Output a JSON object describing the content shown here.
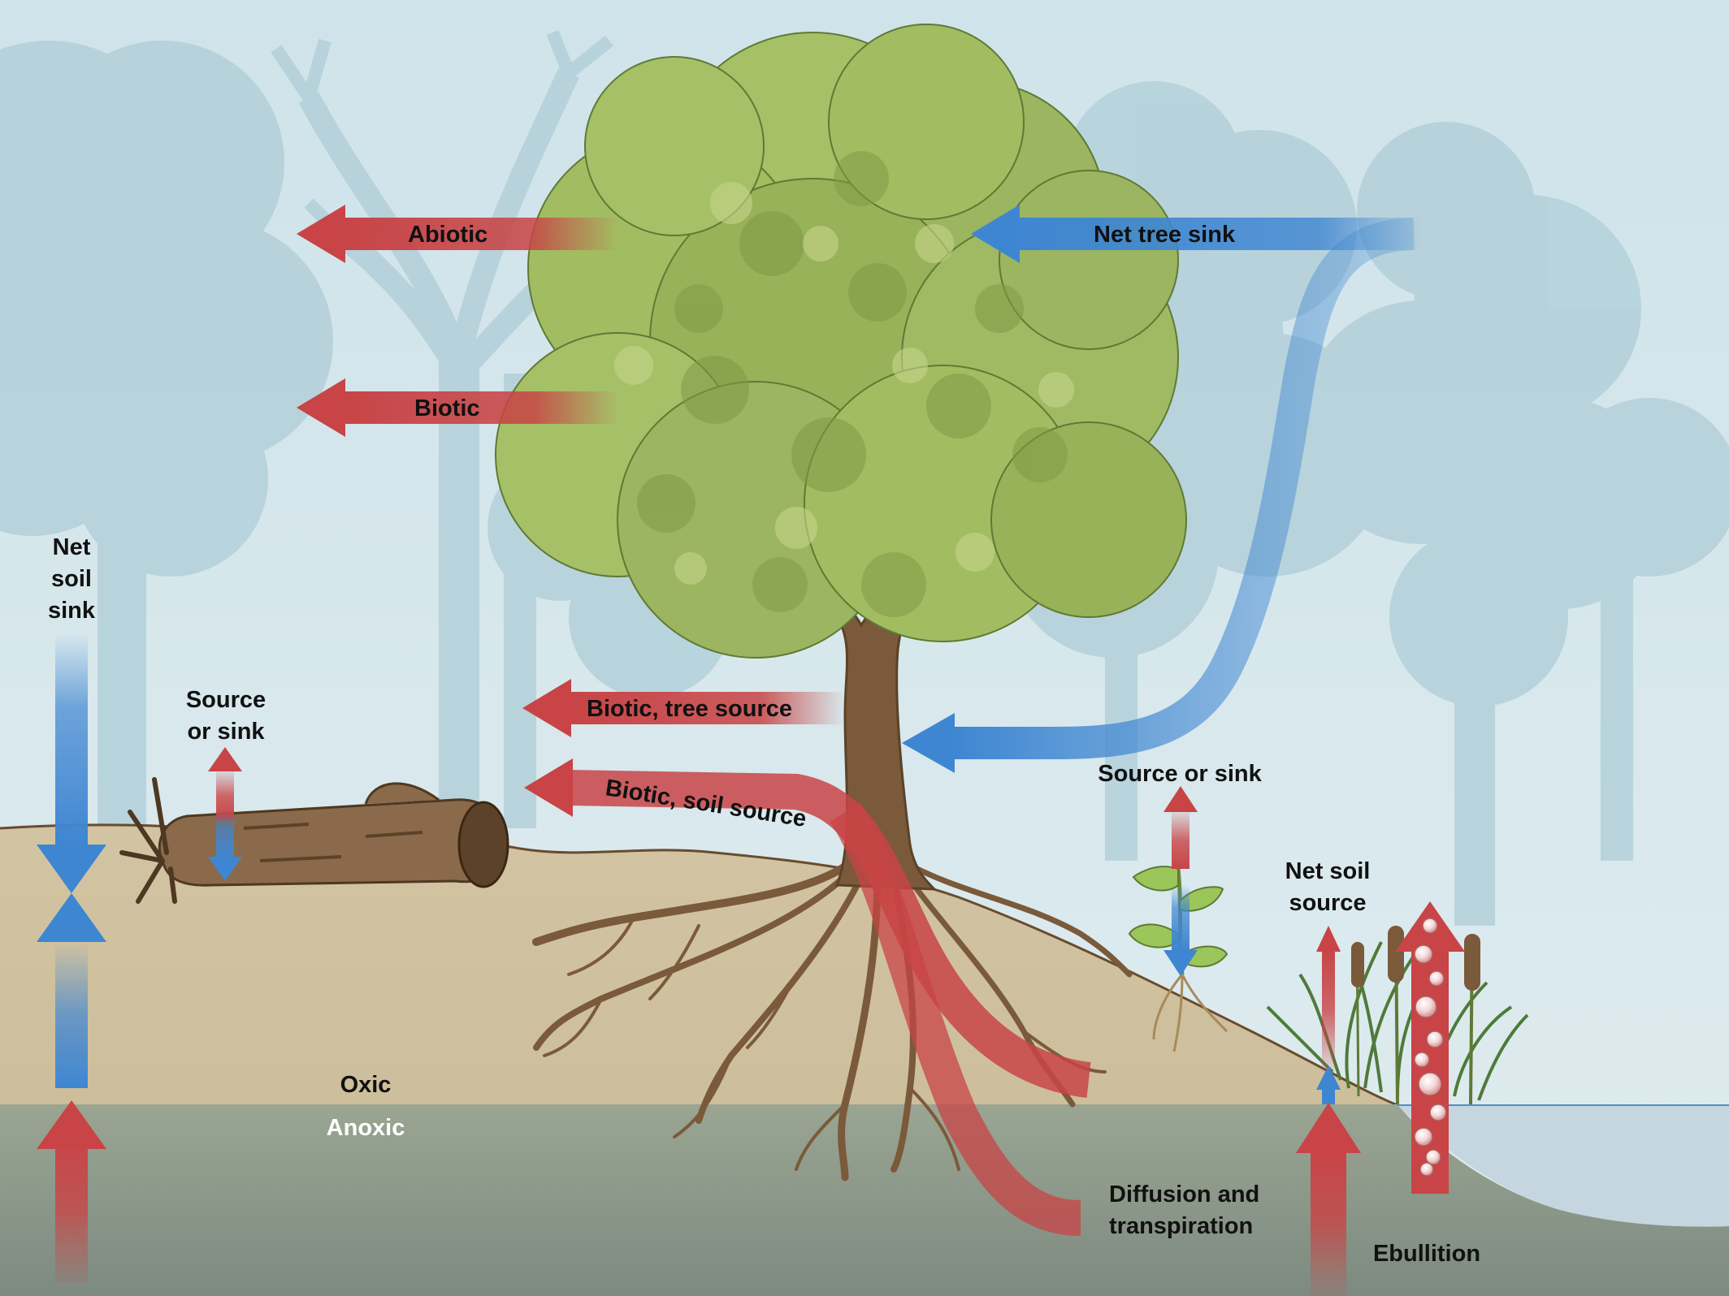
{
  "colors": {
    "sky": "#d6e7ec",
    "background_trees": "#b7d3dc",
    "oxic_soil": "#cdbf9d",
    "anoxic_soil": "#8e9a8a",
    "water": "#c6d6e0",
    "source_arrow": "#c84446",
    "sink_arrow": "#3f86d2",
    "canopy": "#9bb560",
    "trunk": "#7a5a3a"
  },
  "labels": {
    "abiotic": "Abiotic",
    "biotic": "Biotic",
    "net_tree_sink": "Net tree sink",
    "net_soil_sink_1": "Net",
    "net_soil_sink_2": "soil",
    "net_soil_sink_3": "sink",
    "log_source_or_sink_1": "Source",
    "log_source_or_sink_2": "or sink",
    "biotic_tree_source": "Biotic, tree source",
    "biotic_soil_source": "Biotic, soil source",
    "seedling_source_or_sink": "Source or sink",
    "net_soil_source_1": "Net soil",
    "net_soil_source_2": "source",
    "oxic": "Oxic",
    "anoxic": "Anoxic",
    "diffusion_1": "Diffusion and",
    "diffusion_2": "transpiration",
    "ebullition": "Ebullition"
  }
}
